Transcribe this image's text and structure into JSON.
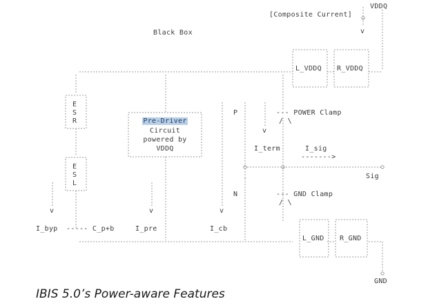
{
  "diagram": {
    "ascii_art": "                                                                 |  VDDQ\n                                     [Composite Current]  |     o\n                                                               |     |\n                                                               v     |\n                                                                      |\n                                   -------  -------  |\n                                   |     |  |     |  |\n  -------------------------------|L_VDDQ|_|R_VDDQ|__|\n        |               |        |     |  |     |\n        |               |               |  -------  -------\n        |               |               |        \n     ----               |               |\n     | E |              |      |         |   |       \n     | S |      -----------     P_       |   |  ---\n     | R |      |         |     ||       |  v  / \\\n     ----       |         |     ||_      |\n       |        |         |              |\n     ----       |         |      |   o--------o--------o\n     | E |      -----------      |                    \n     | S |           |           N_                  \n     | L |           |           ||_     |   ---\n     ----            |           |        |  / \\\n  |    |             |       |          |  ---\n  v    |             v       v          |  -------  -------\n       |                                |  |     |  |     |\n  ----   ------                    ----- _|_____|__|_____|__\n       |                               |  |     |  |     |\n  ___________________________________________     -------  -------\n                                                           |\n                                                           o",
    "labels": {
      "vddq": "VDDQ",
      "composite_current": "[Composite Current]",
      "black_box": "Black Box",
      "l_vddq": "L_VDDQ",
      "r_vddq": "R_VDDQ",
      "esr_e": "E",
      "esr_s": "S",
      "esr_r": "R",
      "esl_e": "E",
      "esl_s": "S",
      "esl_l": "L",
      "pre_driver": "Pre-Driver",
      "circuit": "Circuit",
      "powered_by": "powered by",
      "pre_vddq": "VDDQ",
      "p": "P",
      "n": "N",
      "power_clamp": "--- POWER Clamp",
      "gnd_clamp": "--- GND Clamp",
      "i_term": "I_term",
      "i_sig": "I_sig",
      "sig_arrow": "------->",
      "sig": "Sig",
      "i_byp": "I_byp",
      "c_pb": "----- C_p+b",
      "i_pre": "I_pre",
      "i_cb": "I_cb",
      "l_gnd": "L_GND",
      "r_gnd": "R_GND",
      "gnd": "GND"
    }
  },
  "caption": "IBIS 5.0’s Power-aware Features"
}
